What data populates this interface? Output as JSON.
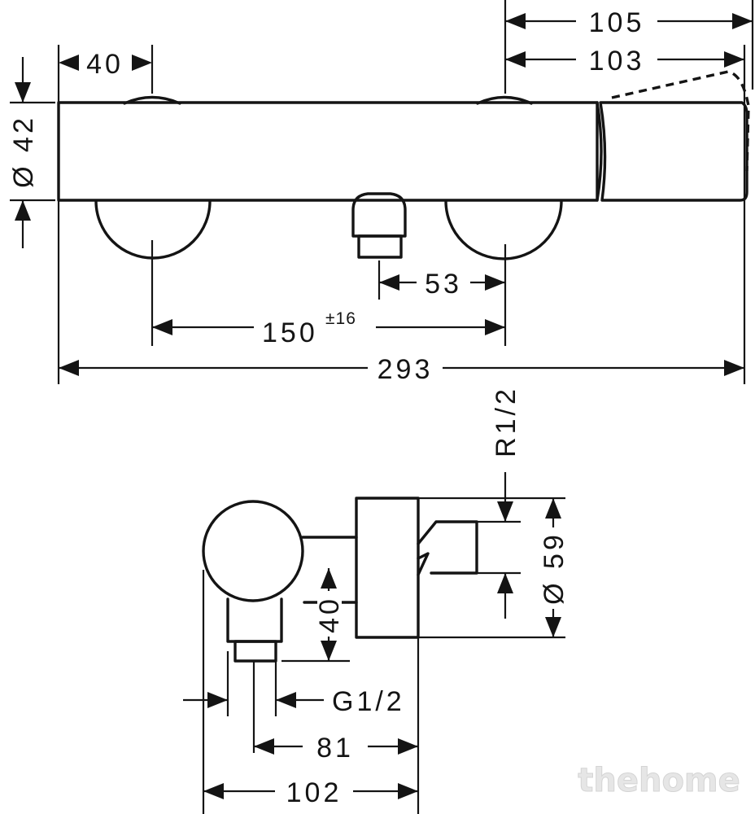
{
  "drawing": {
    "top_view": {
      "dim_overall_top": "105",
      "dim_handle": "103",
      "dim_left_offset": "40",
      "dim_diameter": "Ø 42",
      "dim_outlet_offset": "53",
      "dim_centers": "150",
      "dim_centers_tolerance": "±16",
      "dim_total_width": "293"
    },
    "side_view": {
      "dim_thread_top": "R1/2",
      "dim_flange_diameter": "Ø 59",
      "dim_height": "40",
      "dim_thread_inlet": "G1/2",
      "dim_depth_81": "81",
      "dim_depth_102": "102"
    }
  },
  "watermark": "thehome"
}
